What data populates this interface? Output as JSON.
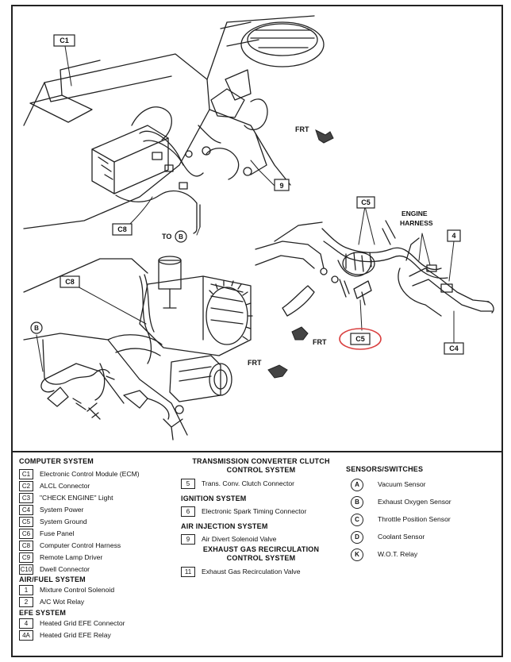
{
  "callouts": {
    "c1": "C1",
    "c8_top": "C8",
    "to_b_prefix": "TO",
    "b_top": "B",
    "nine": "9",
    "frt_top": "FRT",
    "c8_bottom": "C8",
    "b_left": "B",
    "frt_bottom": "FRT",
    "c5_top": "C5",
    "engine_harness_line1": "ENGINE",
    "engine_harness_line2": "HARNESS",
    "four": "4",
    "frt_right": "FRT",
    "c5_circled": "C5",
    "c4": "C4"
  },
  "legend": {
    "computer_system": {
      "title": "COMPUTER SYSTEM",
      "items": [
        {
          "code": "C1",
          "label": "Electronic Control Module (ECM)"
        },
        {
          "code": "C2",
          "label": "ALCL Connector"
        },
        {
          "code": "C3",
          "label": "\"CHECK ENGINE\" Light"
        },
        {
          "code": "C4",
          "label": "System Power"
        },
        {
          "code": "C5",
          "label": "System Ground"
        },
        {
          "code": "C6",
          "label": "Fuse Panel"
        },
        {
          "code": "C8",
          "label": "Computer Control Harness"
        },
        {
          "code": "C9",
          "label": "Remote Lamp Driver"
        },
        {
          "code": "C10",
          "label": "Dwell Connector"
        }
      ]
    },
    "air_fuel": {
      "title": "AIR/FUEL SYSTEM",
      "items": [
        {
          "code": "1",
          "label": "Mixture Control Solenoid"
        },
        {
          "code": "2",
          "label": "A/C Wot Relay"
        }
      ]
    },
    "efe": {
      "title": "EFE SYSTEM",
      "items": [
        {
          "code": "4",
          "label": "Heated Grid EFE Connector"
        },
        {
          "code": "4A",
          "label": "Heated Grid EFE Relay"
        }
      ]
    },
    "tcc": {
      "title_line1": "TRANSMISSION CONVERTER CLUTCH",
      "title_line2": "CONTROL SYSTEM",
      "items": [
        {
          "code": "5",
          "label": "Trans. Conv. Clutch Connector"
        }
      ]
    },
    "ignition": {
      "title": "IGNITION SYSTEM",
      "items": [
        {
          "code": "6",
          "label": "Electronic Spark Timing Connector"
        }
      ]
    },
    "air_injection": {
      "title": "AIR INJECTION SYSTEM",
      "items": [
        {
          "code": "9",
          "label": "Air Divert Solenoid Valve"
        }
      ]
    },
    "egr": {
      "title_line1": "EXHAUST GAS RECIRCULATION",
      "title_line2": "CONTROL SYSTEM",
      "items": [
        {
          "code": "11",
          "label": "Exhaust Gas Recirculation Valve"
        }
      ]
    },
    "sensors": {
      "title": "SENSORS/SWITCHES",
      "items": [
        {
          "code": "A",
          "label": "Vacuum Sensor"
        },
        {
          "code": "B",
          "label": "Exhaust Oxygen Sensor"
        },
        {
          "code": "C",
          "label": "Throttle Position Sensor"
        },
        {
          "code": "D",
          "label": "Coolant Sensor"
        },
        {
          "code": "K",
          "label": "W.O.T. Relay"
        }
      ]
    }
  },
  "colors": {
    "line": "#222222",
    "highlight_circle": "#d94040"
  }
}
